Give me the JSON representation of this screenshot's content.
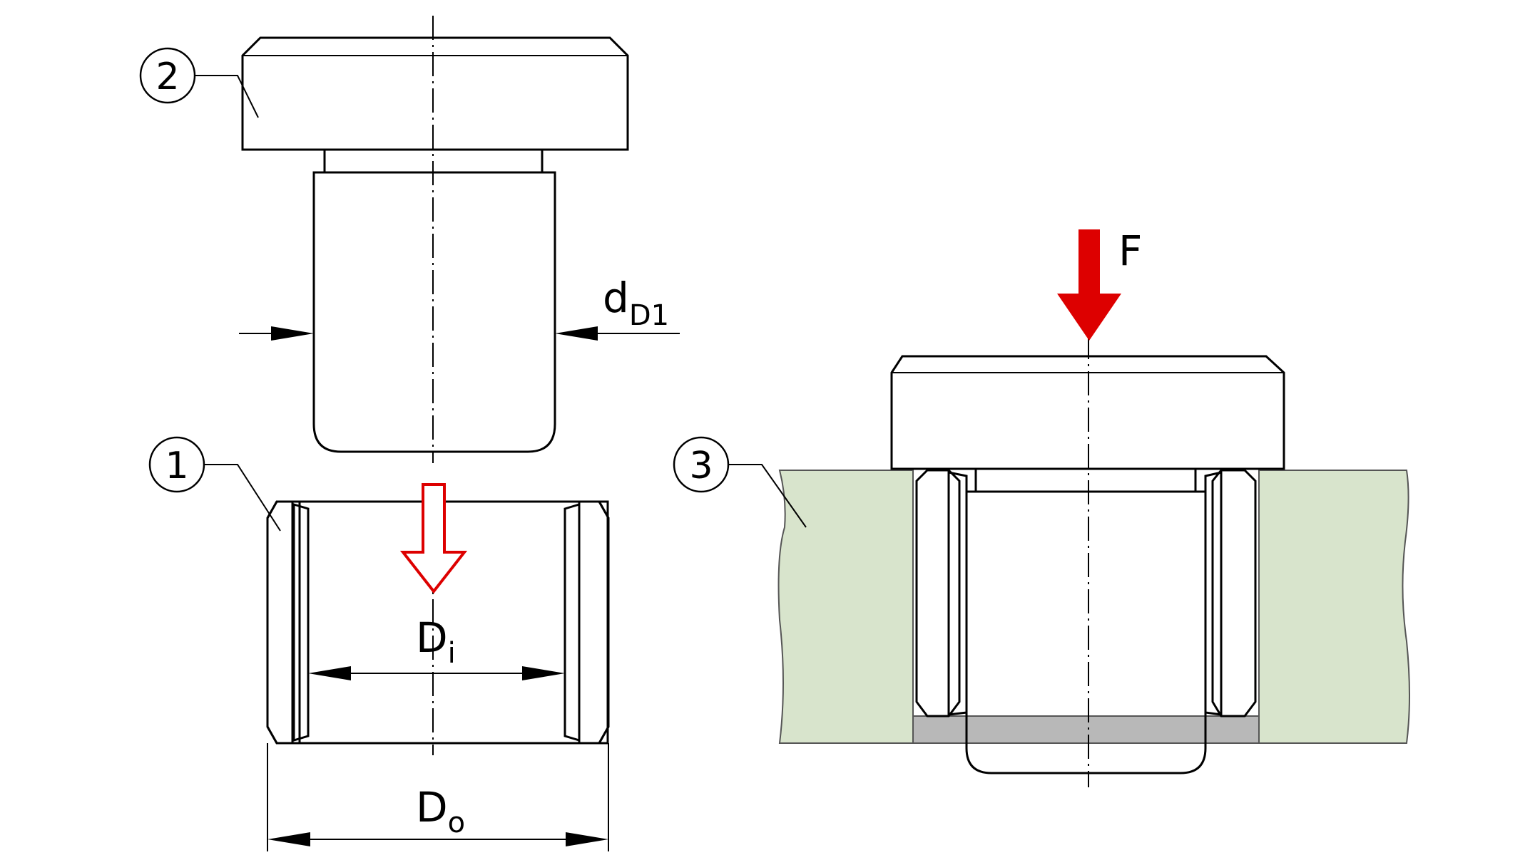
{
  "labels": {
    "part_1": "1",
    "part_2": "2",
    "part_3": "3",
    "force": "F",
    "d_D1_main": "d",
    "d_D1_sub": "D1",
    "D_i_main": "D",
    "D_i_sub": "i",
    "D_o_main": "D",
    "D_o_sub": "o"
  },
  "colors": {
    "force_arrow": "#dd0000",
    "insert_arrow": "#dd0000",
    "housing": "#d8e4cc",
    "bushing_outer": "#9fc6c6",
    "sliding_layer": "#8a3e97",
    "steel": "#c2c2c2"
  }
}
